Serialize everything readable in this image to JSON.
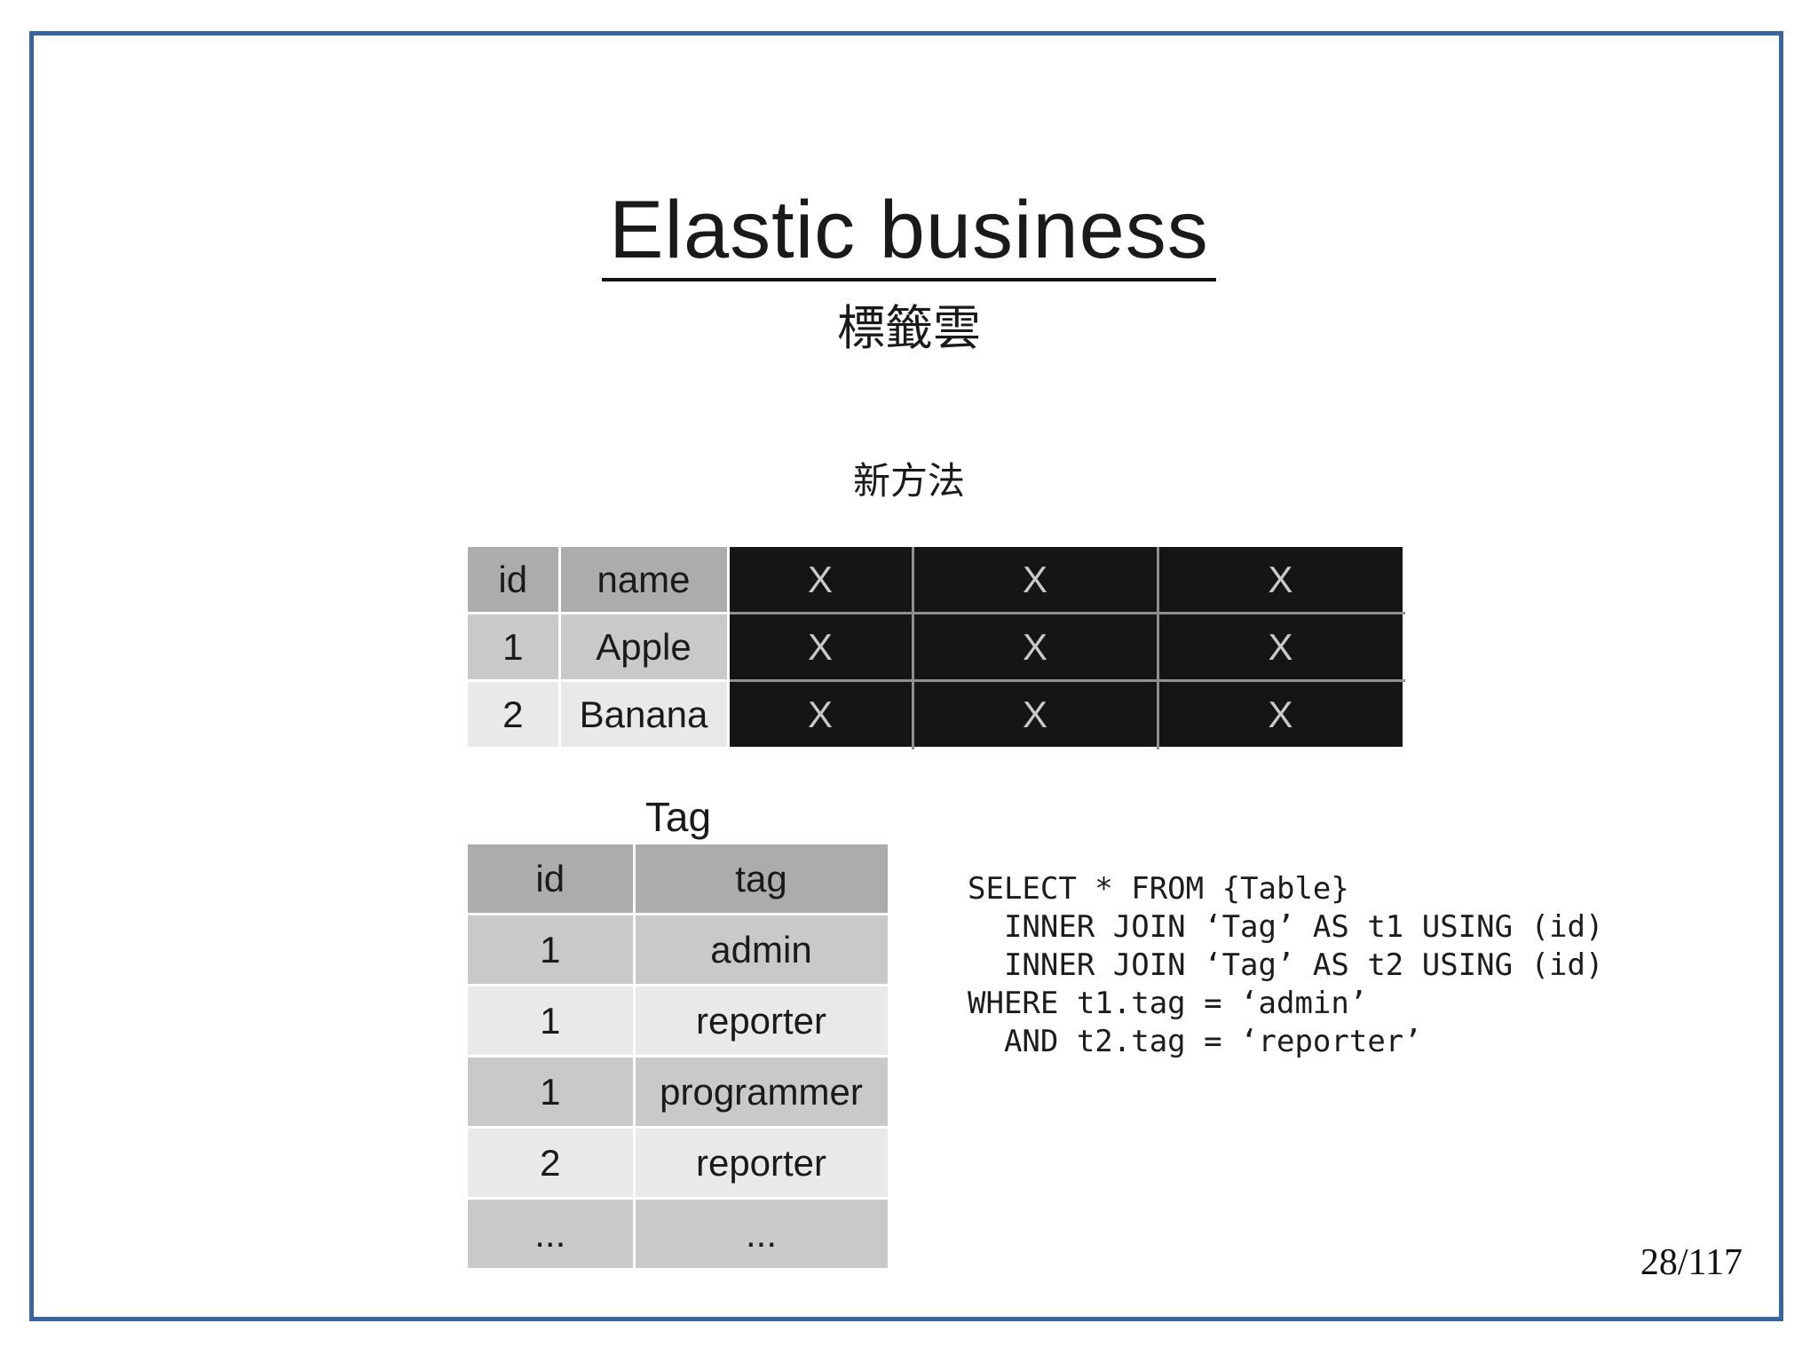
{
  "slide": {
    "title": "Elastic business",
    "subtitle": "標籤雲",
    "section_label": "新方法",
    "page_number": "28/117"
  },
  "main_table": {
    "headers": [
      "id",
      "name",
      "X",
      "X",
      "X"
    ],
    "rows": [
      [
        "1",
        "Apple",
        "X",
        "X",
        "X"
      ],
      [
        "2",
        "Banana",
        "X",
        "X",
        "X"
      ]
    ]
  },
  "tag_table": {
    "title": "Tag",
    "headers": [
      "id",
      "tag"
    ],
    "rows": [
      [
        "1",
        "admin"
      ],
      [
        "1",
        "reporter"
      ],
      [
        "1",
        "programmer"
      ],
      [
        "2",
        "reporter"
      ],
      [
        "...",
        "..."
      ]
    ]
  },
  "sql_code": {
    "lines": [
      "SELECT * FROM {Table}",
      "  INNER JOIN ‘Tag’ AS t1 USING (id)",
      "  INNER JOIN ‘Tag’ AS t2 USING (id)",
      "WHERE t1.tag = ‘admin’",
      "  AND t2.tag = ‘reporter’"
    ]
  },
  "colors": {
    "accent_border": "#38649f",
    "table_header_bg": "#acacac",
    "row_band_medium": "#c9c9c9",
    "row_band_light": "#e9e9e9",
    "dark_cell_bg": "#151515",
    "dark_cell_text": "#c9c9c9"
  }
}
